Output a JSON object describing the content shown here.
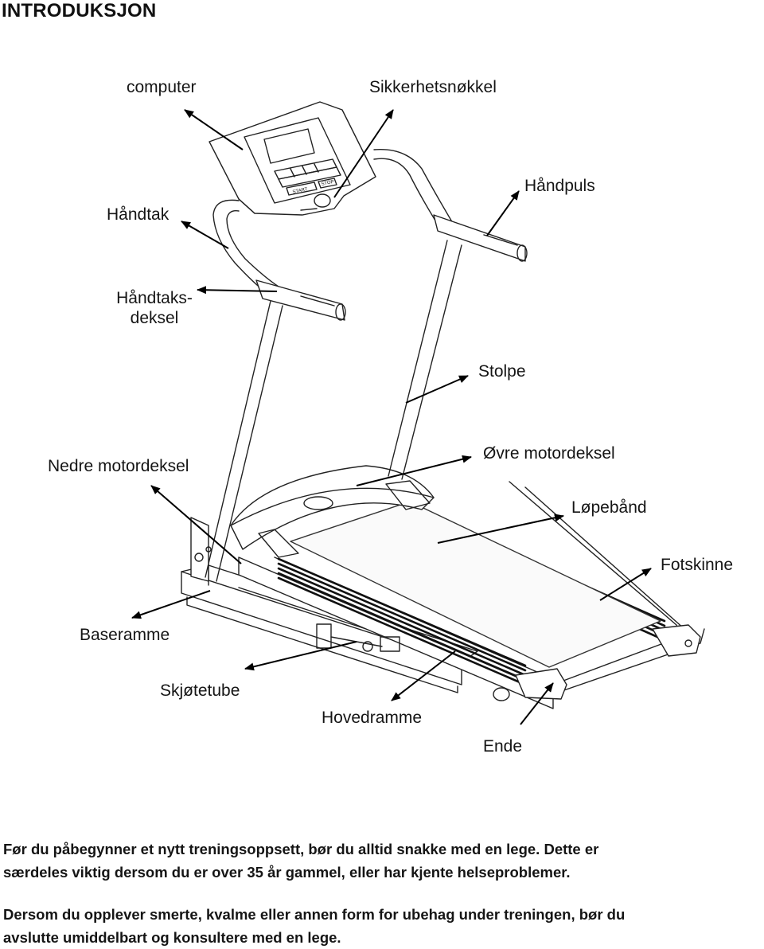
{
  "header": {
    "title": "INTRODUKSJON"
  },
  "labels": {
    "computer": "computer",
    "safety_key": "Sikkerhetsnøkkel",
    "hand_pulse": "Håndpuls",
    "handlebar": "Håndtak",
    "handlebar_cover_line1": "Håndtaks-",
    "handlebar_cover_line2": "deksel",
    "upright": "Stolpe",
    "lower_motor_cover": "Nedre motordeksel",
    "upper_motor_cover": "Øvre motordeksel",
    "running_belt": "Løpebånd",
    "foot_rail": "Fotskinne",
    "base_frame": "Baseramme",
    "extension_tube": "Skjøtetube",
    "main_frame": "Hovedramme",
    "end_cap": "Ende"
  },
  "console": {
    "start_button": "START",
    "stop_button": "STOP"
  },
  "warnings": {
    "paragraph1_line1": "Før du påbegynner et nytt treningsoppsett, bør du alltid snakke med en lege. Dette er",
    "paragraph1_line2": "særdeles viktig dersom du er over 35 år gammel, eller har kjente helseproblemer.",
    "paragraph2_line1": "Dersom du opplever smerte, kvalme eller annen form for ubehag under treningen, bør du",
    "paragraph2_line2": "avslutte umiddelbart og konsultere med en lege."
  }
}
